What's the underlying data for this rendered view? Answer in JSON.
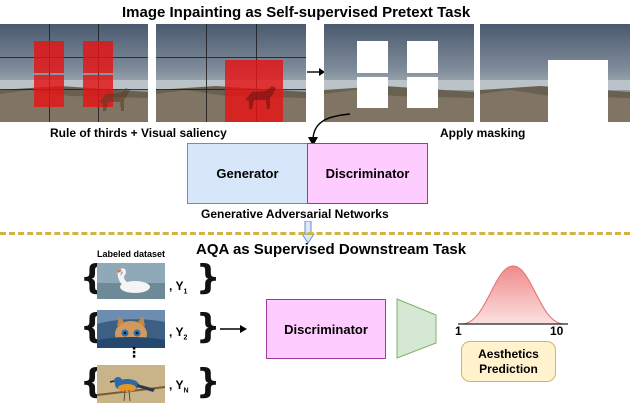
{
  "pretext": {
    "title": "Image Inpainting as Self-supervised Pretext Task",
    "caption_left": "Rule of thirds + Visual saliency",
    "caption_right": "Apply masking",
    "generator_label": "Generator",
    "discriminator_label": "Discriminator",
    "gan_caption": "Generative Adversarial Networks"
  },
  "downstream": {
    "title": "AQA as Supervised Downstream Task",
    "dataset_label": "Labeled dataset",
    "items": [
      {
        "image": "swan-photo",
        "label_prefix": ", Y",
        "label_sub": "1"
      },
      {
        "image": "cat-photo",
        "label_prefix": ", Y",
        "label_sub": "2"
      },
      {
        "image": "bird-photo",
        "label_prefix": ", Y",
        "label_sub": "N"
      }
    ],
    "ellipsis": "⋮",
    "discriminator_label": "Discriminator",
    "dist_min": "1",
    "dist_max": "10",
    "prediction_line1": "Aesthetics",
    "prediction_line2": "Prediction"
  },
  "colors": {
    "generator_fill": "#d7e6f8",
    "discriminator_fill": "#ffccff",
    "mask_red": "#e61414",
    "separator": "#d2b443",
    "head_fill": "#d5e8d4",
    "prediction_fill": "#fff2cc"
  }
}
